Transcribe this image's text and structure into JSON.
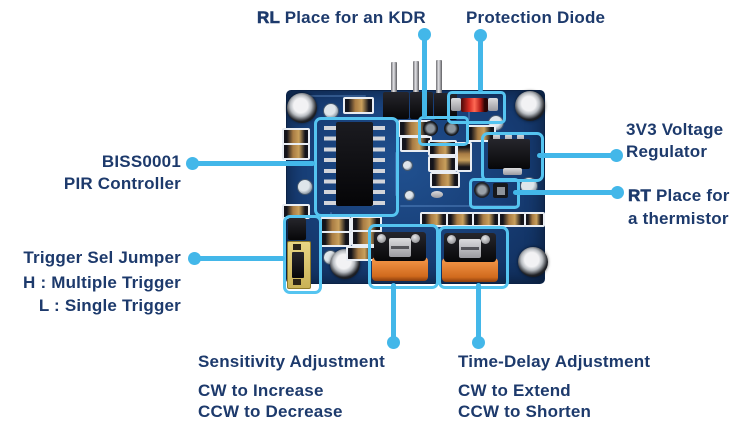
{
  "colors": {
    "annotation": "#43b7e9",
    "box": "#55c4f0",
    "text": "#1d3a6c",
    "board": "#173d75"
  },
  "labels": {
    "rl": {
      "prefix": "RL",
      "rest": "Place for an KDR"
    },
    "protection_diode": "Protection Diode",
    "regulator": {
      "line1": "3V3 Voltage",
      "line2": "Regulator"
    },
    "rt": {
      "prefix": "RT",
      "rest": "Place for",
      "line2": "a thermistor"
    },
    "controller": {
      "line1": "BISS0001",
      "line2": "PIR Controller"
    },
    "trigger": {
      "title": "Trigger Sel Jumper",
      "line1": "H : Multiple Trigger",
      "line2": "L : Single Trigger"
    },
    "sensitivity": {
      "title": "Sensitivity Adjustment",
      "line1": "CW to Increase",
      "line2": "CCW to Decrease"
    },
    "time_delay": {
      "title": "Time-Delay Adjustment",
      "line1": "CW to Extend",
      "line2": "CCW to Shorten"
    }
  }
}
